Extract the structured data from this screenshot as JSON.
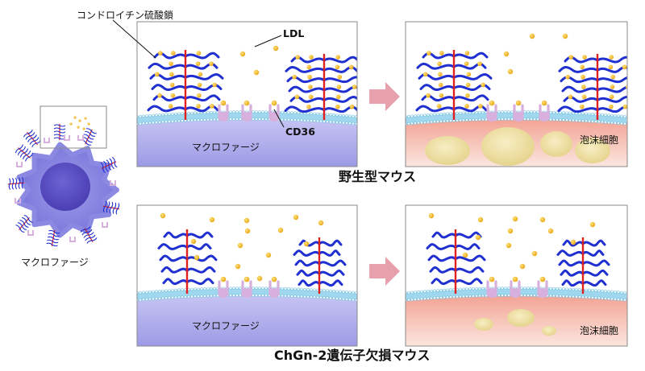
{
  "labels": {
    "chondroitin_sulfate": "コンドロイチン硫酸鎖",
    "ldl": "LDL",
    "cd36": "CD36",
    "macrophage": "マクロファージ",
    "foam_cell": "泡沫細胞",
    "wild_type": "野生型マウス",
    "knockout": "ChGn-2遺伝子欠損マウス"
  },
  "colors": {
    "chain_blue": "#1f2fd0",
    "core_red": "#e0201f",
    "ldl_gold": "#f2b519",
    "cd36_pink": "#d8b0dd",
    "membrane_blue": "#9ed7ee",
    "macrophage_purple": "#a9a7e8",
    "foam_red": "#ec7a6c",
    "foam_droplet": "#efe0a3",
    "arrow_pink": "#e7a1ad",
    "frame_gray": "#8a8a8a"
  }
}
